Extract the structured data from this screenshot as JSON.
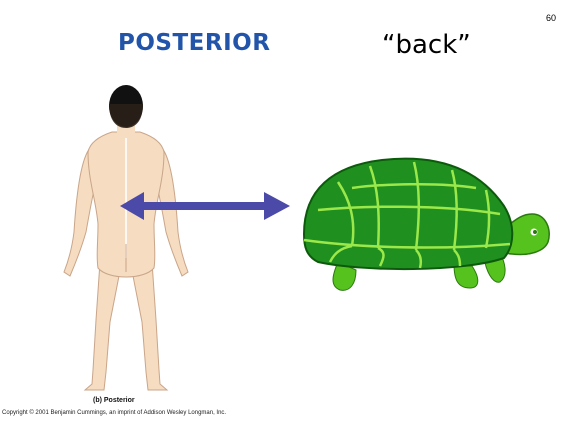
{
  "slide": {
    "number": "60",
    "title": "POSTERIOR",
    "subtitle": "“back”",
    "figure_caption": "(b) Posterior",
    "copyright": "Copyright © 2001 Benjamin Cummings, an imprint of Addison Wesley Longman, Inc."
  },
  "colors": {
    "title": "#2255aa",
    "arrow": "#4b4aa8",
    "turtle_shell": "#1f8f1f",
    "turtle_lines": "#9be84a",
    "turtle_body": "#56c21e",
    "skin": "#f6dcc0",
    "hair": "#111111"
  }
}
